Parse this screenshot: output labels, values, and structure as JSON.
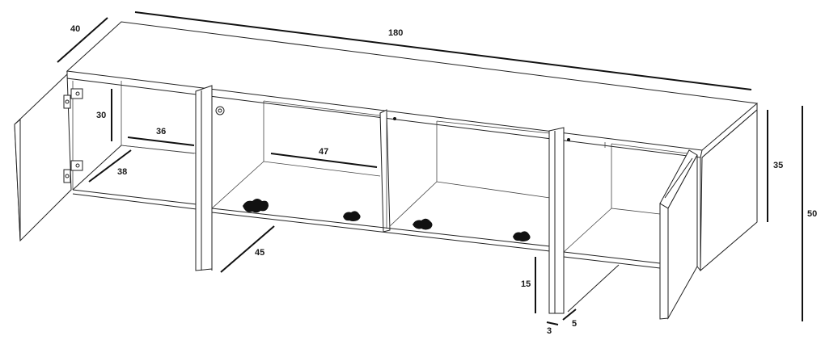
{
  "diagram": {
    "dimensions": {
      "width": "180",
      "depth": "40",
      "height_body": "35",
      "height_total": "50",
      "left_shelf_height": "30",
      "left_shelf_width": "36",
      "left_shelf_depth": "38",
      "center_shelf_width": "47",
      "center_compartment_depth": "45",
      "leg_height": "15",
      "leg_thickness": "3",
      "leg_width": "5"
    }
  }
}
